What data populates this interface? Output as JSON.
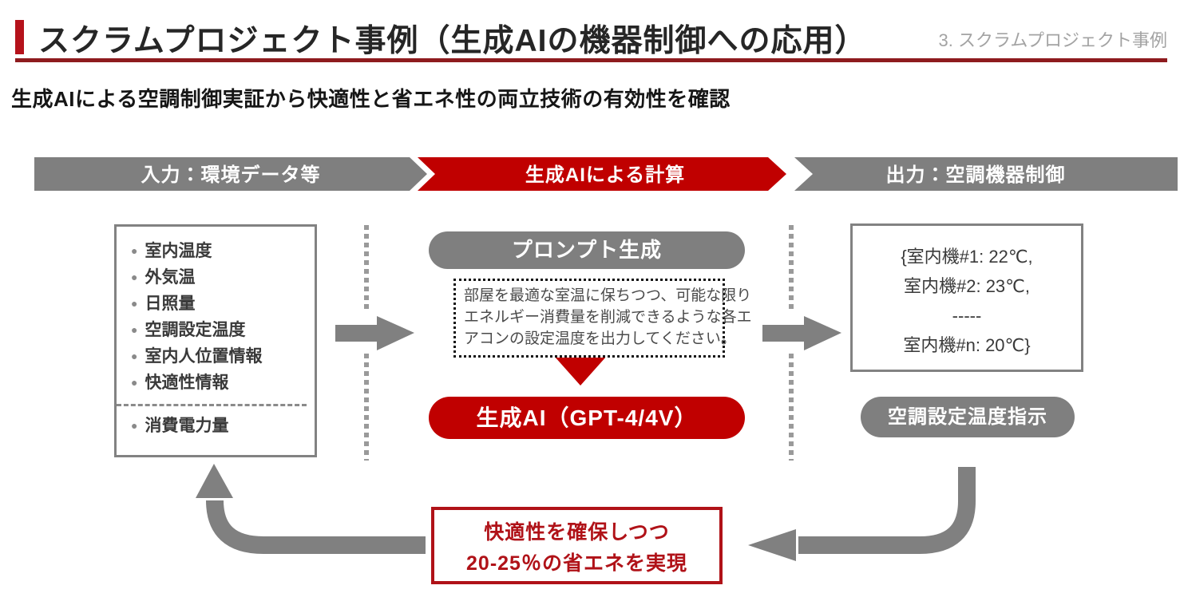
{
  "header": {
    "title": "スクラムプロジェクト事例（生成AIの機器制御への応用）",
    "section_label": "3. スクラムプロジェクト事例"
  },
  "subtitle": "生成AIによる空調制御実証から快適性と省エネ性の両立技術の有効性を確認",
  "banner": {
    "segments": [
      {
        "label": "入力：環境データ等",
        "color": "#7f7f7f"
      },
      {
        "label": "生成AIによる計算",
        "color": "#c00000"
      },
      {
        "label": "出力：空調機器制御",
        "color": "#7f7f7f"
      }
    ]
  },
  "input_box": {
    "items": [
      "室内温度",
      "外気温",
      "日照量",
      "空調設定温度",
      "室内人位置情報",
      "快適性情報"
    ],
    "separated_item": "消費電力量"
  },
  "process": {
    "prompt_pill": "プロンプト生成",
    "prompt_lines": [
      "部屋を最適な室温に保ちつつ、可能な限り",
      "エネルギー消費量を削減できるような各エ",
      "アコンの設定温度を出力してください。"
    ],
    "ai_pill": "生成AI（GPT-4/4V）"
  },
  "output_box": {
    "lines": [
      "{室内機#1: 22℃,",
      "室内機#2: 23℃,",
      "-----",
      "室内機#n: 20℃}"
    ],
    "pill": "空調設定温度指示"
  },
  "result_box": {
    "lines": [
      "快適性を確保しつつ",
      "20-25％の省エネを実現"
    ]
  },
  "colors": {
    "accent_red": "#b5121b",
    "rule_red": "#8e1b1e",
    "bright_red": "#c00000",
    "gray": "#7f7f7f",
    "connector_gray": "#808080"
  }
}
